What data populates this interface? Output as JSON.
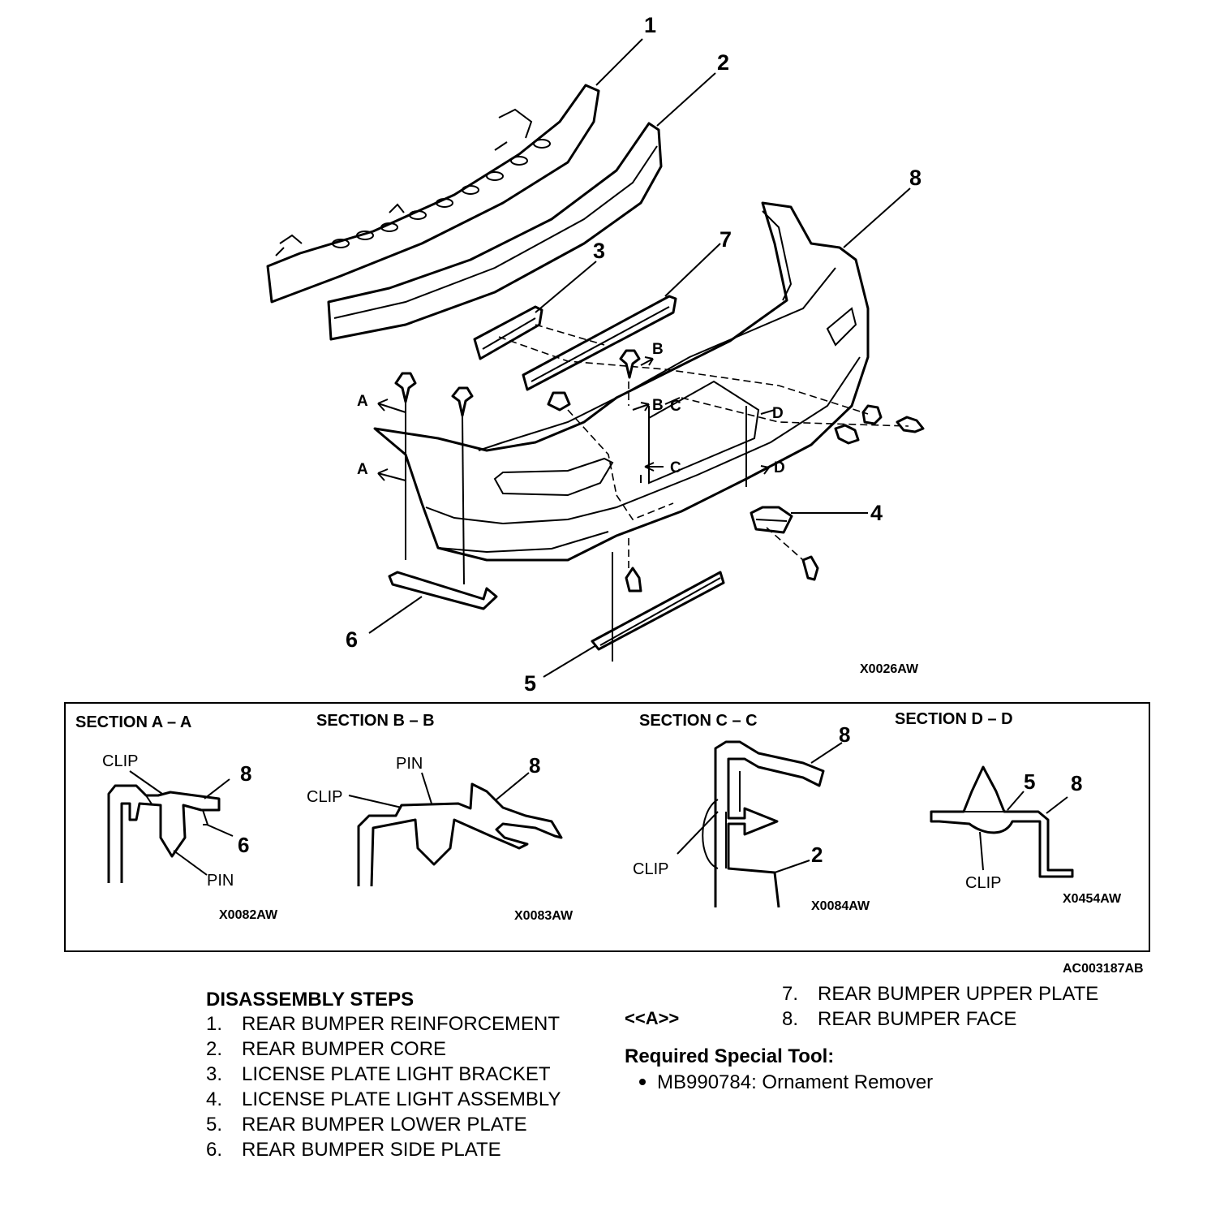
{
  "main_diagram": {
    "callouts": [
      "1",
      "2",
      "3",
      "4",
      "5",
      "6",
      "7",
      "8"
    ],
    "arrow_letters": {
      "a": "A",
      "b": "B",
      "c": "C",
      "d": "D"
    },
    "figure_code": "X0026AW"
  },
  "sections": [
    {
      "title": "SECTION A – A",
      "labels": [
        "CLIP",
        "PIN"
      ],
      "numbers": [
        "8",
        "6"
      ],
      "code": "X0082AW"
    },
    {
      "title": "SECTION B – B",
      "labels": [
        "PIN",
        "CLIP"
      ],
      "numbers": [
        "8"
      ],
      "code": "X0083AW"
    },
    {
      "title": "SECTION C – C",
      "labels": [
        "CLIP"
      ],
      "numbers": [
        "8",
        "2"
      ],
      "code": "X0084AW"
    },
    {
      "title": "SECTION D – D",
      "labels": [
        "CLIP"
      ],
      "numbers": [
        "5",
        "8"
      ],
      "code": "X0454AW"
    }
  ],
  "overall_code": "AC003187AB",
  "disassembly": {
    "title": "DISASSEMBLY STEPS",
    "steps": [
      {
        "num": "1.",
        "text": "REAR BUMPER REINFORCEMENT"
      },
      {
        "num": "2.",
        "text": "REAR BUMPER CORE"
      },
      {
        "num": "3.",
        "text": "LICENSE PLATE LIGHT BRACKET"
      },
      {
        "num": "4.",
        "text": "LICENSE PLATE LIGHT ASSEMBLY"
      },
      {
        "num": "5.",
        "text": "REAR BUMPER LOWER PLATE"
      },
      {
        "num": "6.",
        "text": "REAR BUMPER SIDE PLATE"
      },
      {
        "num": "7.",
        "text": "REAR BUMPER UPPER PLATE"
      },
      {
        "num": "8.",
        "text": "REAR BUMPER FACE"
      }
    ],
    "marker": "<<A>>"
  },
  "special_tool": {
    "title": "Required Special Tool:",
    "items": [
      "MB990784: Ornament Remover"
    ]
  }
}
